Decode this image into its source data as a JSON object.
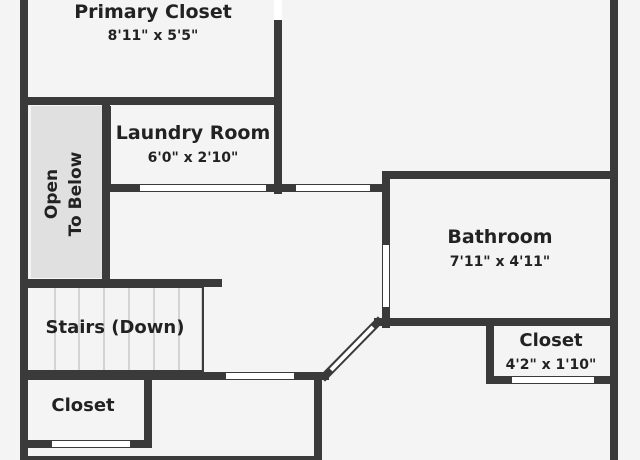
{
  "colors": {
    "wall": "#3a3a3a",
    "floor": "#f4f4f4",
    "shade": "#e0e0e0",
    "door": "#ffffff"
  },
  "rooms": {
    "primary_closet": {
      "name": "Primary Closet",
      "dims": "8'11\" x 5'5\""
    },
    "laundry_room": {
      "name": "Laundry Room",
      "dims": "6'0\" x 2'10\""
    },
    "open_to_below": {
      "line1": "Open",
      "line2": "To Below"
    },
    "bathroom": {
      "name": "Bathroom",
      "dims": "7'11\" x 4'11\""
    },
    "stairs": {
      "name": "Stairs (Down)"
    },
    "closet_right": {
      "name": "Closet",
      "dims": "4'2\" x 1'10\""
    },
    "closet_left": {
      "name": "Closet"
    }
  }
}
